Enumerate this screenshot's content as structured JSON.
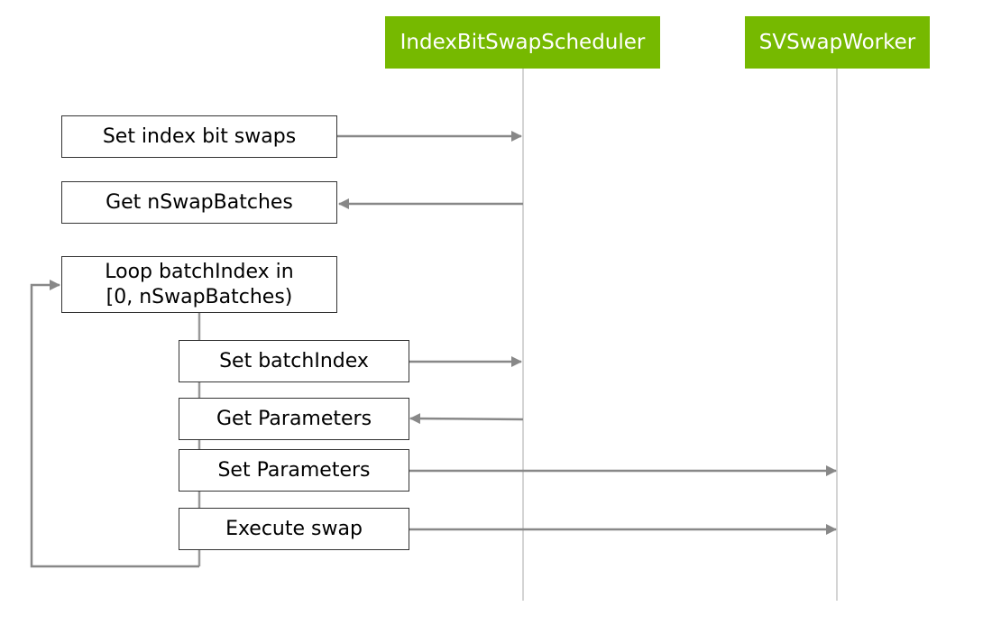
{
  "colors": {
    "lifeline_header": "#76b900",
    "lifeline_text": "#ffffff",
    "arrow": "#888888",
    "lifeline": "#aaaaaa",
    "box_border": "#333333"
  },
  "lifelines": {
    "scheduler": "IndexBitSwapScheduler",
    "worker": "SVSwapWorker"
  },
  "steps": {
    "set_index_bit_swaps": "Set index bit swaps",
    "get_nswapbatches": "Get nSwapBatches",
    "loop_line1": "Loop batchIndex in",
    "loop_line2": "[0, nSwapBatches)",
    "set_batchindex": "Set batchIndex",
    "get_parameters": "Get Parameters",
    "set_parameters": "Set Parameters",
    "execute_swap": "Execute swap"
  }
}
